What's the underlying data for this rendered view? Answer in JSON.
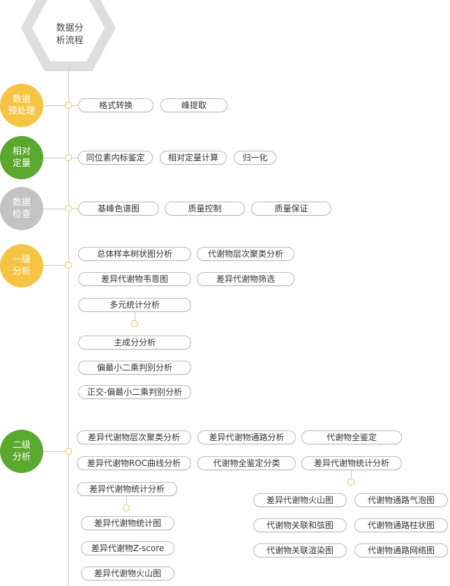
{
  "logo": {
    "label": "数据分\n析流程"
  },
  "colors": {
    "yellow": "#f6c443",
    "green": "#5aa82e",
    "gray": "#c3c3c3",
    "line": "#c9c9c9"
  },
  "stages": [
    {
      "label": "数据\n预处理",
      "color": "yellow",
      "items": [
        "格式转换",
        "峰提取"
      ]
    },
    {
      "label": "相对\n定量",
      "color": "green",
      "items": [
        "同位素内标鉴定",
        "相对定量计算",
        "归一化"
      ]
    },
    {
      "label": "数据\n检查",
      "color": "gray",
      "items": [
        "基峰色谱图",
        "质量控制",
        "质量保证"
      ]
    },
    {
      "label": "一级\n分析",
      "color": "yellow",
      "items": [
        "总体样本树状图分析",
        "代谢物层次聚类分析",
        "差异代谢物韦恩图",
        "差异代谢物筛选",
        "多元统计分析"
      ],
      "sub": [
        "主成分分析",
        "偏最小二乘判别分析",
        "正交-偏最小二乘判别分析"
      ]
    },
    {
      "label": "二级\n分析",
      "color": "green",
      "items": [
        "差异代谢物层次聚类分析",
        "差异代谢物通路分析",
        "代谢物全鉴定",
        "差异代谢物ROC曲线分析",
        "代谢物全鉴定分类",
        "差异代谢物统计分析",
        "差异代谢物统计分析"
      ],
      "sub_left": [
        "差异代谢物统计图",
        "差异代谢物Z-score",
        "差异代谢物火山图"
      ],
      "sub_right": [
        "差异代谢物火山图",
        "代谢物通路气泡图",
        "代谢物关联和弦图",
        "代谢物通路柱状图",
        "代谢物关联渲染图",
        "代谢物通路网络图"
      ]
    }
  ]
}
